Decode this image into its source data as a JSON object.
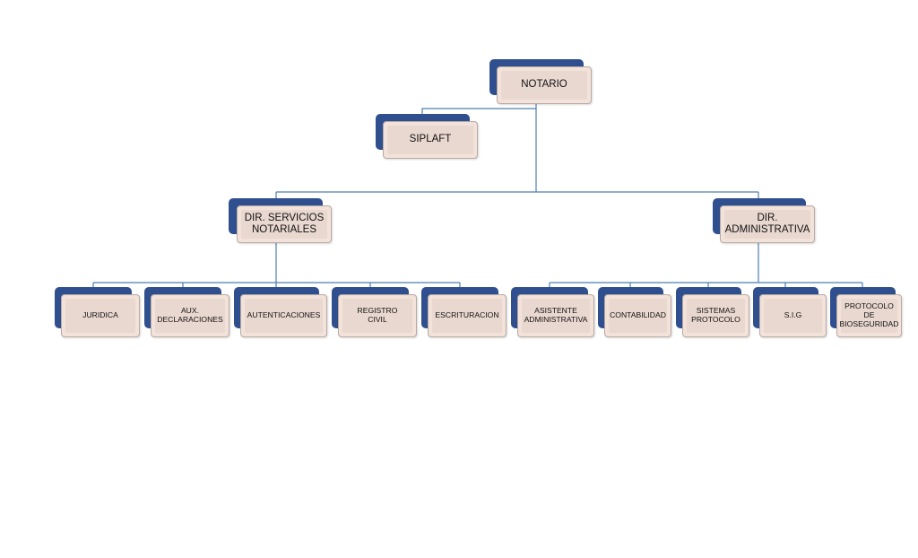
{
  "diagram": {
    "line_color": "#4d7fae",
    "shadow_color": "#2f4f8f",
    "box_color": "#f2e2d9",
    "nodes": [
      {
        "id": "notario",
        "label": "NOTARIO",
        "name": "node-notario",
        "level": 0
      },
      {
        "id": "siplaft",
        "label": "SIPLAFT",
        "name": "node-siplaft",
        "level": 1
      },
      {
        "id": "dir-servicios",
        "label": "DIR. SERVICIOS\nNOTARIALES",
        "name": "node-dir-servicios-notariales",
        "level": 2
      },
      {
        "id": "dir-admin",
        "label": "DIR.\nADMINISTRATIVA",
        "name": "node-dir-administrativa",
        "level": 2
      },
      {
        "id": "juridica",
        "label": "JURIDICA",
        "name": "node-juridica",
        "level": 3
      },
      {
        "id": "aux-decl",
        "label": "AUX.\nDECLARACIONES",
        "name": "node-aux-declaraciones",
        "level": 3
      },
      {
        "id": "autentic",
        "label": "AUTENTICACIONES",
        "name": "node-autenticaciones",
        "level": 3
      },
      {
        "id": "registro",
        "label": "REGISTRO\nCIVIL",
        "name": "node-registro-civil",
        "level": 3
      },
      {
        "id": "escritur",
        "label": "ESCRITURACION",
        "name": "node-escrituracion",
        "level": 3
      },
      {
        "id": "asistente",
        "label": "ASISTENTE\nADMINISTRATIVA",
        "name": "node-asistente-administrativa",
        "level": 3
      },
      {
        "id": "contab",
        "label": "CONTABILIDAD",
        "name": "node-contabilidad",
        "level": 3
      },
      {
        "id": "sistemas",
        "label": "SISTEMAS\nPROTOCOLO",
        "name": "node-sistemas-protocolo",
        "level": 3
      },
      {
        "id": "sig",
        "label": "S.I.G",
        "name": "node-sig",
        "level": 3
      },
      {
        "id": "protocolo",
        "label": "PROTOCOLO\nDE\nBIOSEGURIDAD",
        "name": "node-protocolo-bioseguridad",
        "level": 3
      }
    ],
    "edges": [
      {
        "from": "notario",
        "to": "siplaft"
      },
      {
        "from": "notario",
        "to": "dir-servicios"
      },
      {
        "from": "notario",
        "to": "dir-admin"
      },
      {
        "from": "dir-servicios",
        "to": "juridica"
      },
      {
        "from": "dir-servicios",
        "to": "aux-decl"
      },
      {
        "from": "dir-servicios",
        "to": "autentic"
      },
      {
        "from": "dir-servicios",
        "to": "registro"
      },
      {
        "from": "dir-servicios",
        "to": "escritur"
      },
      {
        "from": "dir-admin",
        "to": "asistente"
      },
      {
        "from": "dir-admin",
        "to": "contab"
      },
      {
        "from": "dir-admin",
        "to": "sistemas"
      },
      {
        "from": "dir-admin",
        "to": "sig"
      },
      {
        "from": "dir-admin",
        "to": "protocolo"
      }
    ]
  }
}
